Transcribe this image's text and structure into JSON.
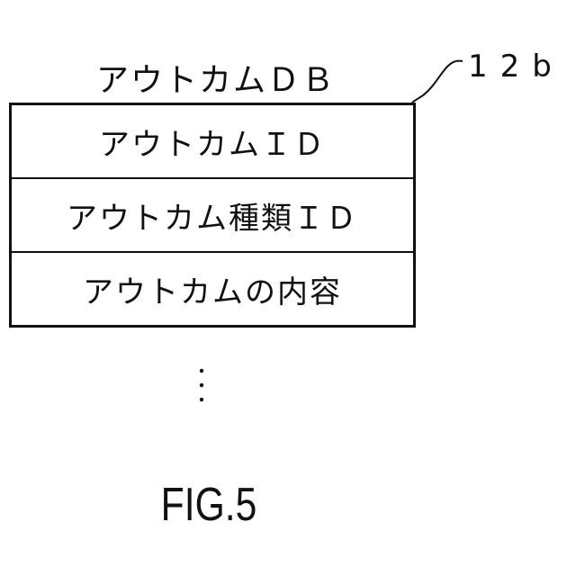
{
  "database": {
    "title": "アウトカムＤＢ",
    "reference": "12b",
    "fields": [
      "アウトカムＩＤ",
      "アウトカム種類ＩＤ",
      "アウトカムの内容"
    ],
    "continuation": "⋮"
  },
  "figure": {
    "label": "FIG.5"
  }
}
